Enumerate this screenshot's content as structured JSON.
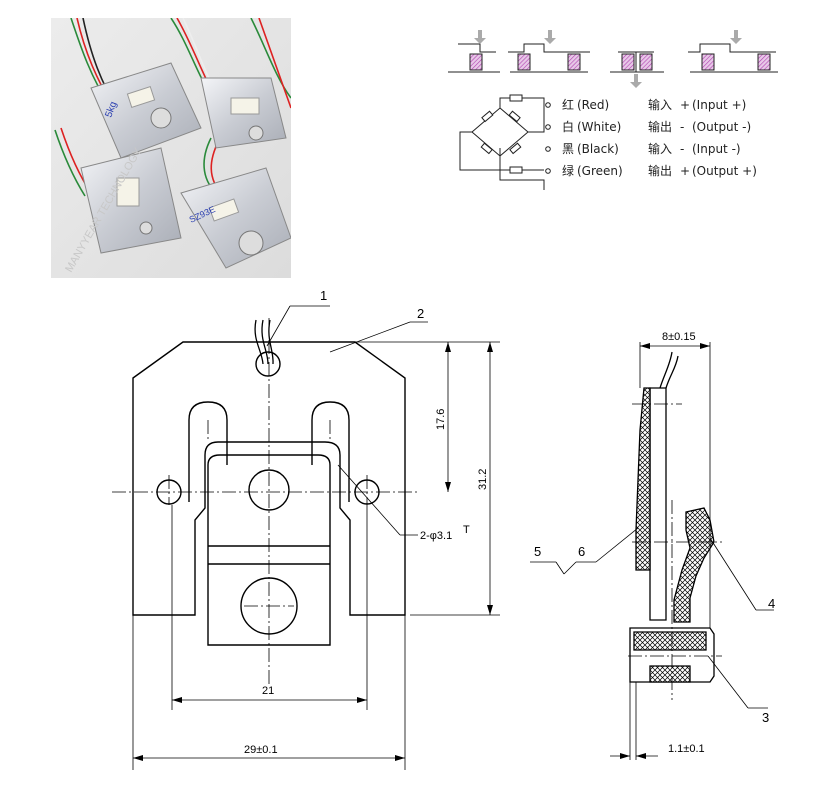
{
  "photo": {
    "watermark": "MANYYEAR TECHNOLOGY",
    "label_1": "5kg",
    "label_2": "SZ93E"
  },
  "wiring": {
    "rows": [
      {
        "cn_color": "红",
        "en_color": "(Red)",
        "cn_role": "输入",
        "sign": "+",
        "en_role": "(Input  +)"
      },
      {
        "cn_color": "白",
        "en_color": "(White)",
        "cn_role": "输出",
        "sign": "-",
        "en_role": "(Output -)"
      },
      {
        "cn_color": "黑",
        "en_color": "(Black)",
        "cn_role": "输入",
        "sign": "-",
        "en_role": "(Input  -)"
      },
      {
        "cn_color": "绿",
        "en_color": "(Green)",
        "cn_role": "输出",
        "sign": "+",
        "en_role": "(Output +)"
      }
    ],
    "accent": "#b040b0"
  },
  "front_view": {
    "callout_1": "1",
    "callout_2": "2",
    "dim_height_upper": "17.6",
    "dim_height_total": "31.2",
    "dim_hole": "2-φ3.1",
    "dim_hole_suffix": "T",
    "dim_inner_width": "21",
    "dim_outer_width": "29±0.1"
  },
  "side_view": {
    "dim_top": "8±0.15",
    "dim_bottom": "1.1±0.1",
    "callout_3": "3",
    "callout_4": "4",
    "callout_5": "5",
    "callout_6": "6"
  }
}
